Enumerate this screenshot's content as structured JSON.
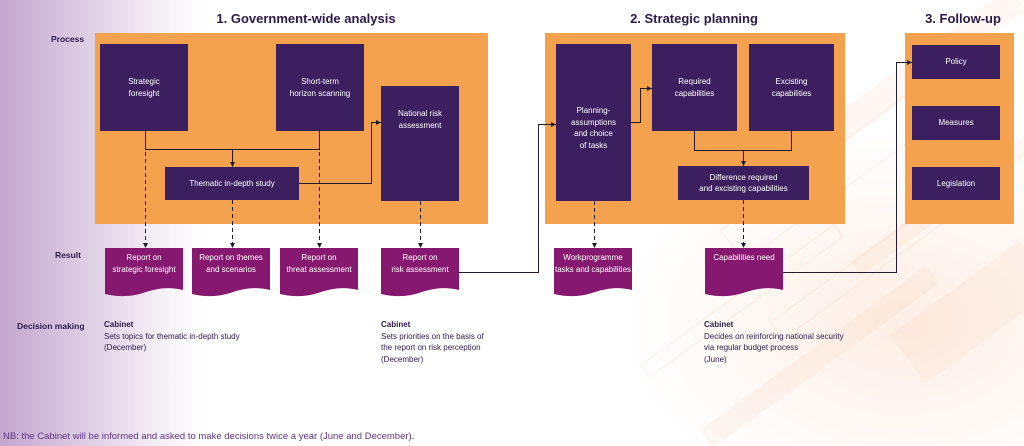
{
  "columns": {
    "analysis": "1. Government-wide analysis",
    "planning": "2. Strategic planning",
    "follow_up": "3. Follow-up"
  },
  "row_labels": {
    "process": "Process",
    "result": "Result",
    "decision_making": "Decision making"
  },
  "process": {
    "strategic_foresight": [
      "Strategic",
      "foresight"
    ],
    "short_term_horizon_scanning": [
      "Short-term",
      "horizon scanning"
    ],
    "thematic_study": [
      "Thematic in-depth study"
    ],
    "national_risk_assessment": [
      "National risk",
      "assessment"
    ],
    "planning_assumptions": [
      "Planning-",
      "assumptions",
      "and choice",
      "of tasks"
    ],
    "required_capabilities": [
      "Required",
      "capabilities"
    ],
    "excisting_capabilities": [
      "Excisting",
      "capabilities"
    ],
    "difference": [
      "Difference required",
      "and excisting capabilities"
    ],
    "policy": [
      "Policy"
    ],
    "measures": [
      "Measures"
    ],
    "legislation": [
      "Legislation"
    ]
  },
  "results": {
    "strategic_foresight_report": [
      "Report on",
      "strategic foresight"
    ],
    "themes_report": [
      "Report on themes",
      "and scenarios"
    ],
    "threat_report": [
      "Report on",
      "threat assessment"
    ],
    "risk_report": [
      "Report on",
      "risk assessment"
    ],
    "workprogramme": [
      "Workprogramme",
      "tasks and capabilities"
    ],
    "capabilities_need": [
      "Capabilities need"
    ]
  },
  "decisions": [
    {
      "actor": "Cabinet",
      "lines": [
        "Sets topics for thematic in-depth study",
        "(December)"
      ]
    },
    {
      "actor": "Cabinet",
      "lines": [
        "Sets priorities on the basis of",
        "the report on risk perception",
        "(December)"
      ]
    },
    {
      "actor": "Cabinet",
      "lines": [
        "Decides on reinforcing national security",
        "via regular budget process",
        "(June)"
      ]
    }
  ],
  "note": "NB: the Cabinet will be informed and asked to make decisions twice a year (June and December).",
  "colors": {
    "process_area": "#f5a24f",
    "process_box": "#3c1f5e",
    "result_document": "#86196f",
    "heading_text": "#2b1a47",
    "note_text": "#5e3480",
    "connector_line": "#231a2e"
  }
}
